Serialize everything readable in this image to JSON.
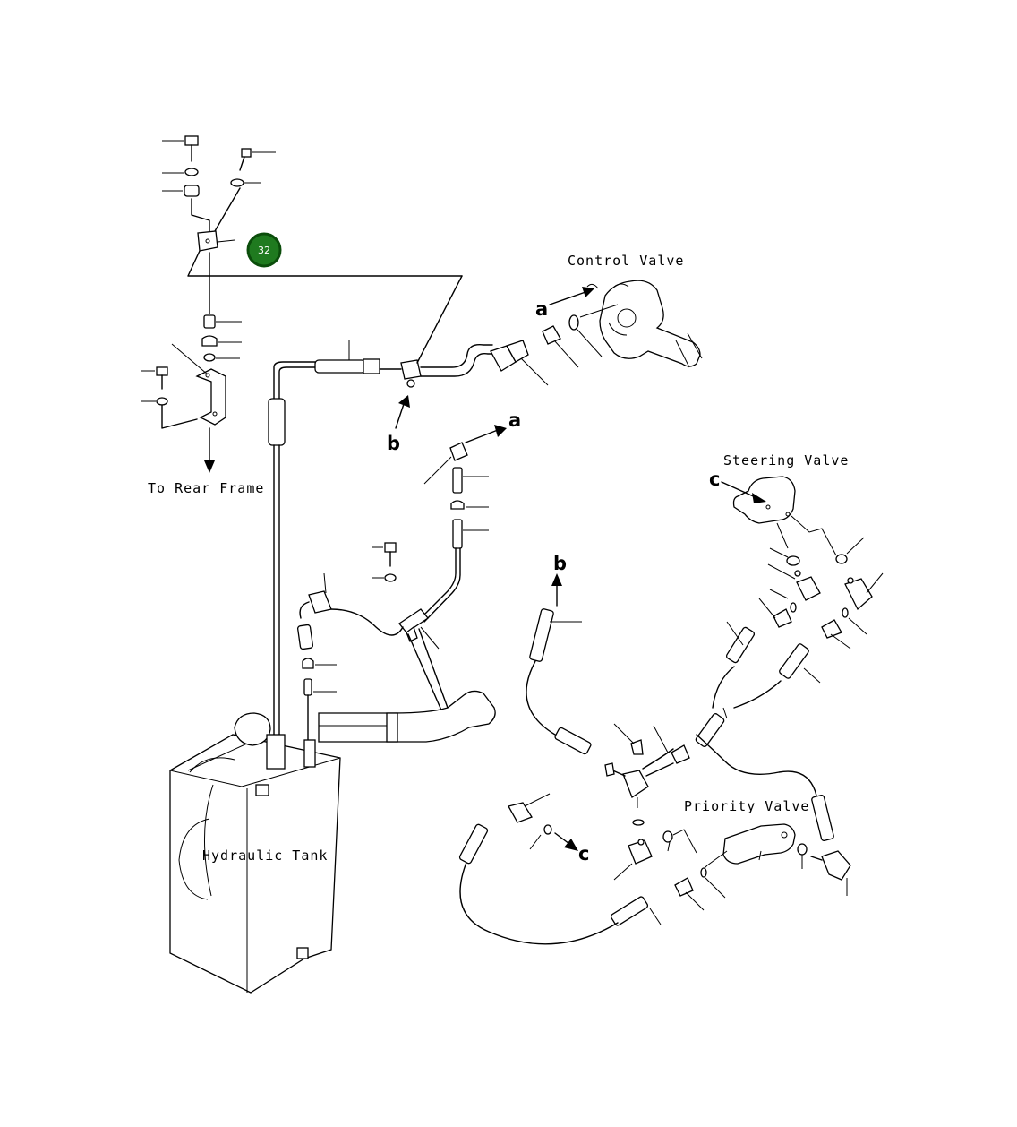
{
  "labels": {
    "control_valve": "Control Valve",
    "steering_valve": "Steering Valve",
    "priority_valve": "Priority Valve",
    "hydraulic_tank": "Hydraulic Tank",
    "to_rear_frame": "To Rear Frame"
  },
  "refs": {
    "a_top": "a",
    "a_mid": "a",
    "b_top": "b",
    "b_mid": "b",
    "c_top": "c",
    "c_bottom": "c"
  },
  "callout": {
    "number": "32",
    "color": "#1f7a1f"
  }
}
